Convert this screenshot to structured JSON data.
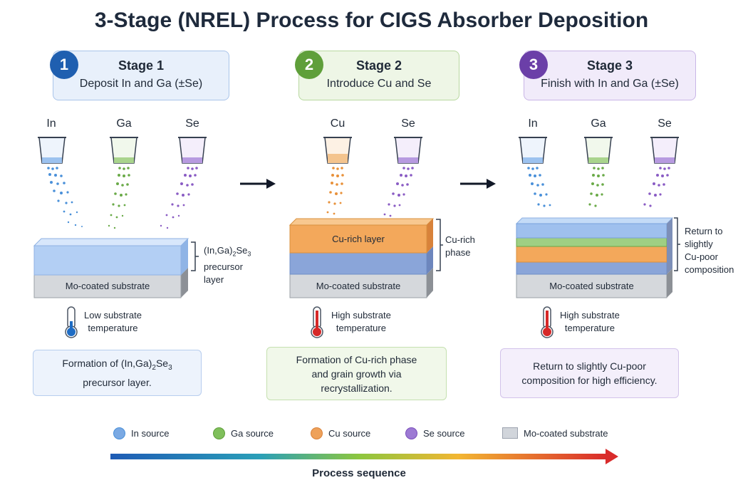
{
  "title": "3-Stage (NREL) Process for CIGS Absorber Deposition",
  "stages": [
    {
      "number": "1",
      "stage": "Stage 1",
      "action": "Deposit In and Ga (±Se)",
      "sources": [
        "In",
        "Ga",
        "Se"
      ],
      "substrate": "Mo-coated substrate",
      "layer_label": [
        "(In,Ga)",
        "2",
        "Se",
        "3",
        " precursor",
        "layer"
      ],
      "temperature": [
        "Low substrate",
        "temperature"
      ],
      "note": [
        "Formation of (In,Ga)",
        "2",
        "Se",
        "3",
        "precursor layer."
      ]
    },
    {
      "number": "2",
      "stage": "Stage 2",
      "action": "Introduce Cu and Se",
      "sources": [
        "Cu",
        "Se"
      ],
      "substrate": "Mo-coated substrate",
      "rich_layer": "Cu-rich layer",
      "layer_label": [
        "Cu-rich",
        "phase"
      ],
      "temperature": [
        "High substrate",
        "temperature"
      ],
      "note": [
        "Formation of Cu-rich phase",
        "and grain growth via",
        "recrystallization."
      ]
    },
    {
      "number": "3",
      "stage": "Stage 3",
      "action": "Finish with In and Ga (±Se)",
      "sources": [
        "In",
        "Ga",
        "Se"
      ],
      "substrate": "Mo-coated substrate",
      "layer_label": [
        "Return to",
        "slightly",
        "Cu-poor",
        "composition"
      ],
      "temperature": [
        "High substrate",
        "temperature"
      ],
      "note": [
        "Return to slightly Cu-poor",
        "composition for high efficiency."
      ]
    }
  ],
  "legend": [
    "In source",
    "Ga source",
    "Cu source",
    "Se source",
    "Mo-coated substrate"
  ],
  "sequence_label": "Process sequence",
  "colors": {
    "in": "#4a90d9",
    "ga": "#6aaa48",
    "cu": "#e8913a",
    "se": "#8a5cc4",
    "stage1": "#1f5fb0",
    "stage2": "#5f9f3a",
    "stage3": "#6b3fa8"
  }
}
